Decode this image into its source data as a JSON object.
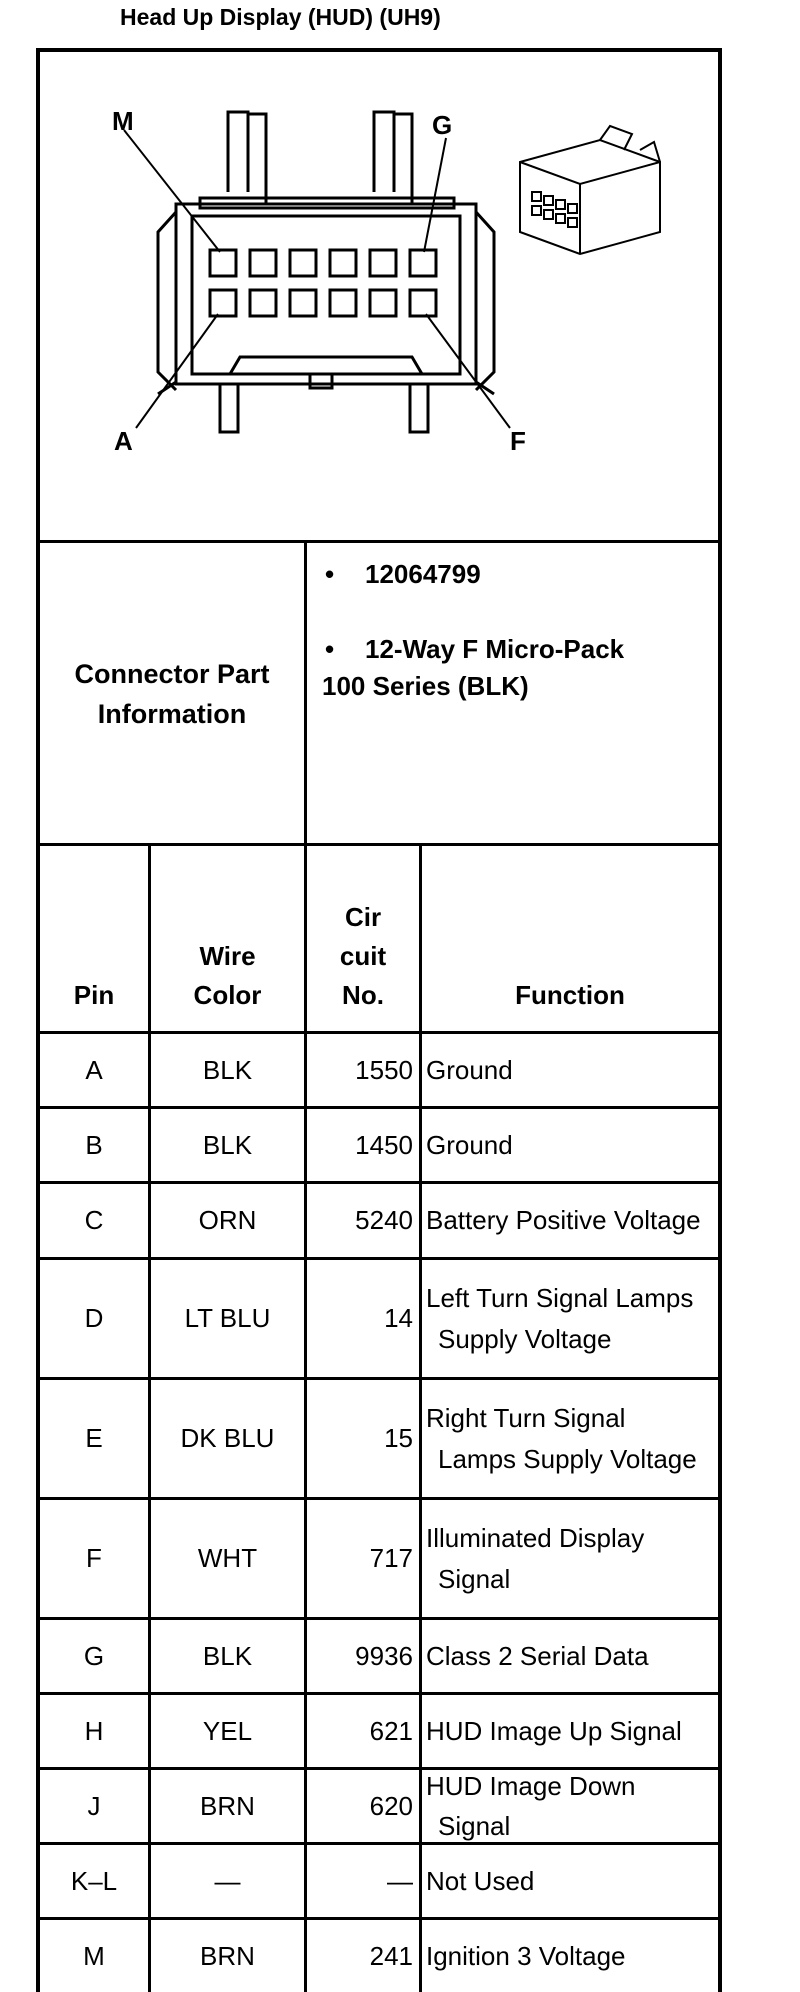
{
  "title": "Head Up Display (HUD) (UH9)",
  "diagram": {
    "labels": {
      "m": "M",
      "g": "G",
      "a": "A",
      "f": "F"
    }
  },
  "connector_info": {
    "label_line1": "Connector Part",
    "label_line2": "Information",
    "part_number": "12064799",
    "description_line1": "12-Way F Micro-Pack",
    "description_line2": "100 Series (BLK)",
    "bullet": "•"
  },
  "table": {
    "headers": {
      "pin": "Pin",
      "wire_line1": "Wire",
      "wire_line2": "Color",
      "circuit_line1": "Cir",
      "circuit_line2": "cuit",
      "circuit_line3": "No.",
      "function": "Function"
    },
    "rows": [
      {
        "pin": "A",
        "wire": "BLK",
        "circuit": "1550",
        "function_line1": "Ground",
        "function_line2": ""
      },
      {
        "pin": "B",
        "wire": "BLK",
        "circuit": "1450",
        "function_line1": "Ground",
        "function_line2": ""
      },
      {
        "pin": "C",
        "wire": "ORN",
        "circuit": "5240",
        "function_line1": "Battery Positive Voltage",
        "function_line2": ""
      },
      {
        "pin": "D",
        "wire": "LT BLU",
        "circuit": "14",
        "function_line1": "Left Turn Signal Lamps",
        "function_line2": "Supply Voltage"
      },
      {
        "pin": "E",
        "wire": "DK BLU",
        "circuit": "15",
        "function_line1": "Right Turn Signal",
        "function_line2": "Lamps Supply Voltage"
      },
      {
        "pin": "F",
        "wire": "WHT",
        "circuit": "717",
        "function_line1": "Illuminated Display",
        "function_line2": "Signal"
      },
      {
        "pin": "G",
        "wire": "BLK",
        "circuit": "9936",
        "function_line1": "Class 2 Serial Data",
        "function_line2": ""
      },
      {
        "pin": "H",
        "wire": "YEL",
        "circuit": "621",
        "function_line1": "HUD Image Up Signal",
        "function_line2": ""
      },
      {
        "pin": "J",
        "wire": "BRN",
        "circuit": "620",
        "function_line1": "HUD Image Down",
        "function_line2": "Signal"
      },
      {
        "pin": "K–L",
        "wire": "—",
        "circuit": "—",
        "function_line1": "Not Used",
        "function_line2": ""
      },
      {
        "pin": "M",
        "wire": "BRN",
        "circuit": "241",
        "function_line1": "Ignition 3 Voltage",
        "function_line2": ""
      }
    ]
  }
}
